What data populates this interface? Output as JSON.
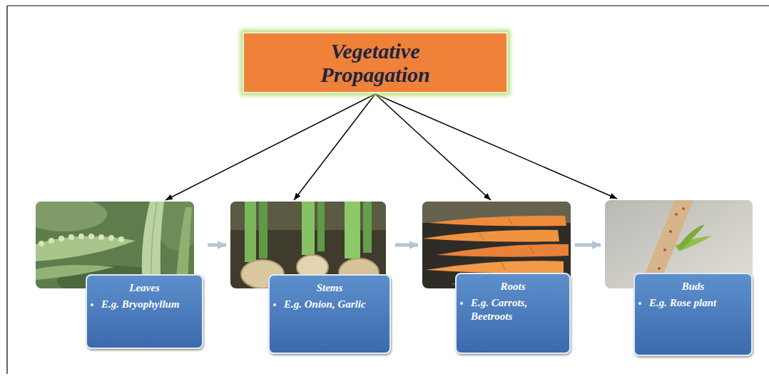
{
  "diagram": {
    "nodes": [
      {
        "text": [
          "Vegetative Propagation"
        ]
      },
      {
        "text": [
          "Leaves",
          "E.g. Bryophyllum"
        ]
      },
      {
        "text": [
          "Stems",
          "E.g. Onion, Garlic"
        ]
      },
      {
        "text": [
          "Roots",
          "E.g. Carrots, Beetroots"
        ]
      },
      {
        "text": [
          "Buds",
          "E.g. Rose plant"
        ]
      }
    ],
    "edges": [
      {
        "from": 0,
        "to": 1,
        "arrow": "to"
      },
      {
        "from": 0,
        "to": 2,
        "arrow": "to"
      },
      {
        "from": 0,
        "to": 3,
        "arrow": "to"
      },
      {
        "from": 0,
        "to": 4,
        "arrow": "to"
      },
      {
        "from": 1,
        "to": 2,
        "arrow": "to"
      },
      {
        "from": 2,
        "to": 3,
        "arrow": "to"
      },
      {
        "from": 3,
        "to": 4,
        "arrow": "to"
      }
    ]
  }
}
